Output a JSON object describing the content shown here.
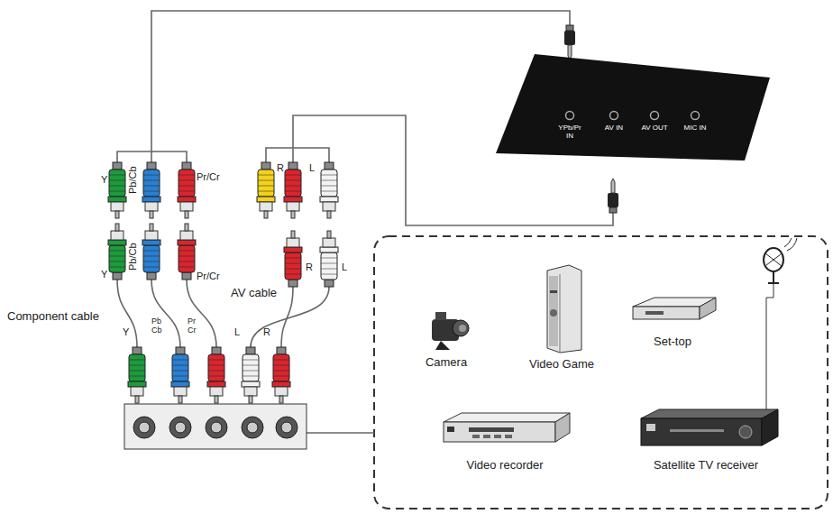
{
  "diagram": {
    "nodes": [
      {
        "text": [
          "YPb/Pr IN",
          "AV IN",
          "AV OUT",
          "MIC IN"
        ]
      },
      {
        "text": [
          "Camera"
        ]
      },
      {
        "text": [
          "Video Game"
        ]
      },
      {
        "text": [
          "Set-top"
        ]
      },
      {
        "text": [
          "Video recorder"
        ]
      },
      {
        "text": [
          "Satellite TV receiver"
        ]
      }
    ],
    "labels": [
      "Y",
      "Pb/Cb",
      "Pr/Cr",
      "Y",
      "Pb/Cb",
      "Pr/Cr",
      "R",
      "L",
      "R",
      "L",
      "Component cable",
      "AV cable",
      "Y",
      "Pb Cb",
      "Pr Cr",
      "L",
      "R"
    ]
  }
}
